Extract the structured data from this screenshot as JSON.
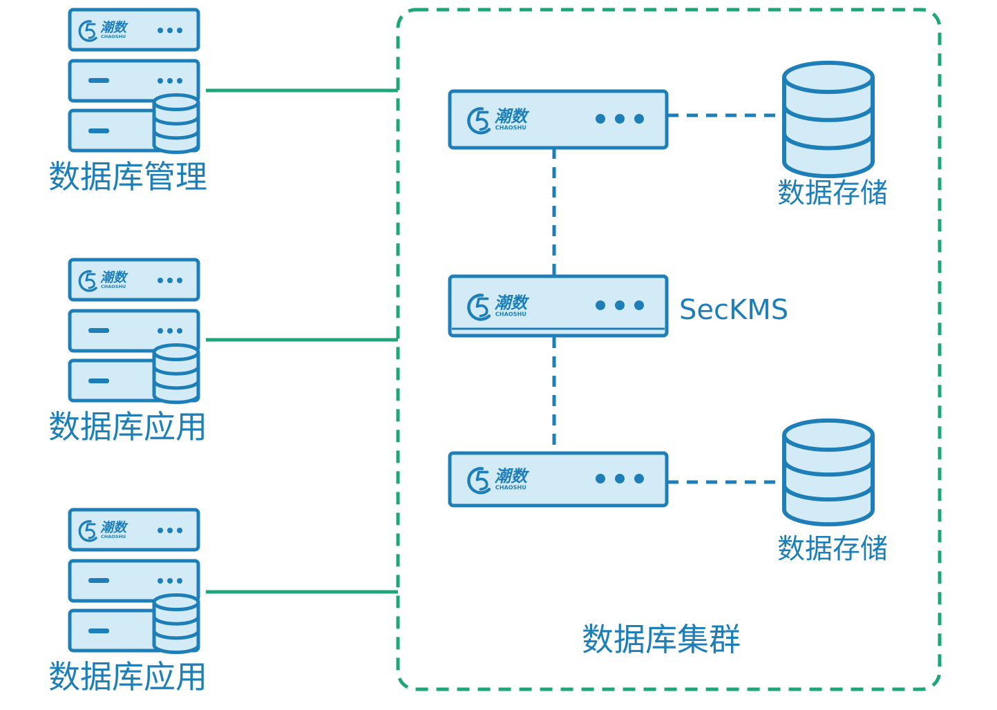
{
  "colors": {
    "device_fill": "#d3ebf6",
    "device_stroke": "#1e7fb8",
    "link_green": "#1ea57a",
    "cluster_border": "#1ea57a",
    "label_blue": "#1e7fb8"
  },
  "brand": {
    "logo_chinese": "潮数",
    "logo_english": "CHAOSHU"
  },
  "clients": [
    {
      "label": "数据库管理",
      "icon": "server-rack-with-database-icon"
    },
    {
      "label": "数据库应用",
      "icon": "server-rack-with-database-icon"
    },
    {
      "label": "数据库应用",
      "icon": "server-rack-with-database-icon"
    }
  ],
  "cluster": {
    "label": "数据库集群",
    "nodes": [
      {
        "role": "database-node",
        "icon": "appliance-icon"
      },
      {
        "role": "kms-node",
        "label": "SecKMS",
        "icon": "appliance-icon"
      },
      {
        "role": "database-node",
        "icon": "appliance-icon"
      }
    ],
    "storages": [
      {
        "label": "数据存储",
        "icon": "database-cylinder-icon"
      },
      {
        "label": "数据存储",
        "icon": "database-cylinder-icon"
      }
    ]
  }
}
